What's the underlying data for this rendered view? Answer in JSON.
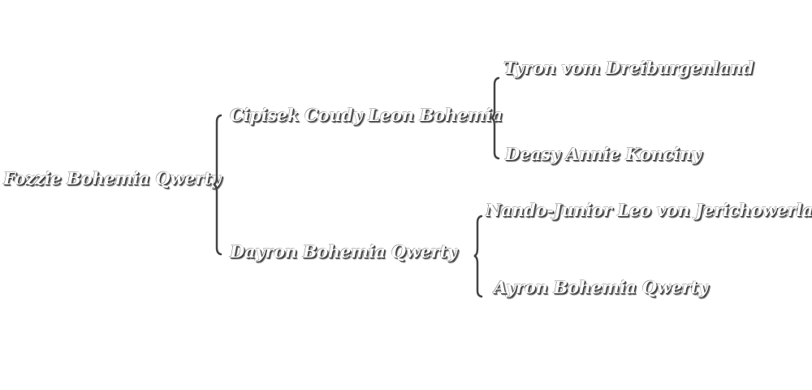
{
  "pedigree": {
    "subject": "Fozzie  Bohemia Qwerty",
    "sire": {
      "name": "Cipisek Coudy  Leon Bohemia",
      "sire": "Tyron vom Dreiburgenland",
      "dam": "Deasy Annie Konciny"
    },
    "dam": {
      "name": "Dayron Bohemia Qwerty",
      "sire": "Nando-Junior Leo von Jerichowerland",
      "dam": "Ayron Bohemia Qwerty"
    }
  }
}
